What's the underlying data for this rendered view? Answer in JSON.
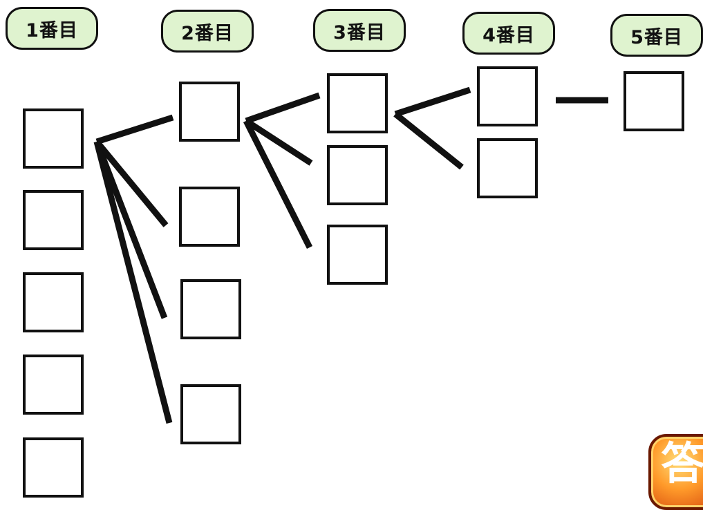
{
  "headers": {
    "step1": "1番目",
    "step2": "2番目",
    "step3": "3番目",
    "step4": "4番目",
    "step5": "5番目"
  },
  "answer_badge": "答",
  "colors": {
    "header_fill": "#dff3cf",
    "stroke": "#111111",
    "badge_orange": "#ff9a2a"
  }
}
